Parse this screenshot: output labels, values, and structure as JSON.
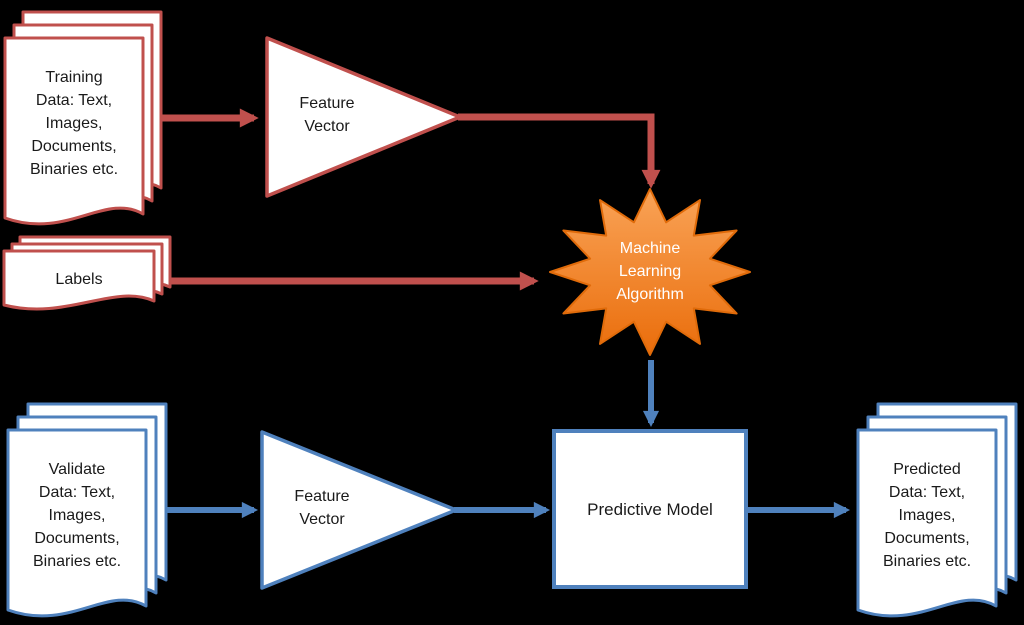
{
  "diagram": {
    "colors": {
      "background": "#000000",
      "red_accent": "#c0504d",
      "blue_accent": "#4f81bd",
      "orange_fill_top": "#f9a357",
      "orange_fill_bottom": "#ea6d0b",
      "shape_fill": "#ffffff",
      "doc_text": "#1a1a1a",
      "star_text": "#ffffff"
    },
    "nodes": {
      "training_data": {
        "type": "document-stack",
        "label": "Training\nData: Text,\nImages,\nDocuments,\nBinaries etc."
      },
      "feature_vector_top": {
        "type": "triangle",
        "label": "Feature\nVector"
      },
      "labels": {
        "type": "document-stack",
        "label": "Labels"
      },
      "ml_algorithm": {
        "type": "starburst",
        "label": "Machine\nLearning\nAlgorithm"
      },
      "validate_data": {
        "type": "document-stack",
        "label": "Validate\nData: Text,\nImages,\nDocuments,\nBinaries etc."
      },
      "feature_vector_bottom": {
        "type": "triangle",
        "label": "Feature\nVector"
      },
      "predictive_model": {
        "type": "rectangle",
        "label": "Predictive Model"
      },
      "predicted_data": {
        "type": "document-stack",
        "label": "Predicted\nData: Text,\nImages,\nDocuments,\nBinaries etc."
      }
    },
    "edges": [
      {
        "from": "training_data",
        "to": "feature_vector_top",
        "color": "red"
      },
      {
        "from": "feature_vector_top",
        "to": "ml_algorithm",
        "color": "red"
      },
      {
        "from": "labels",
        "to": "ml_algorithm",
        "color": "red"
      },
      {
        "from": "validate_data",
        "to": "feature_vector_bottom",
        "color": "blue"
      },
      {
        "from": "feature_vector_bottom",
        "to": "predictive_model",
        "color": "blue"
      },
      {
        "from": "ml_algorithm",
        "to": "predictive_model",
        "color": "blue"
      },
      {
        "from": "predictive_model",
        "to": "predicted_data",
        "color": "blue"
      }
    ]
  }
}
